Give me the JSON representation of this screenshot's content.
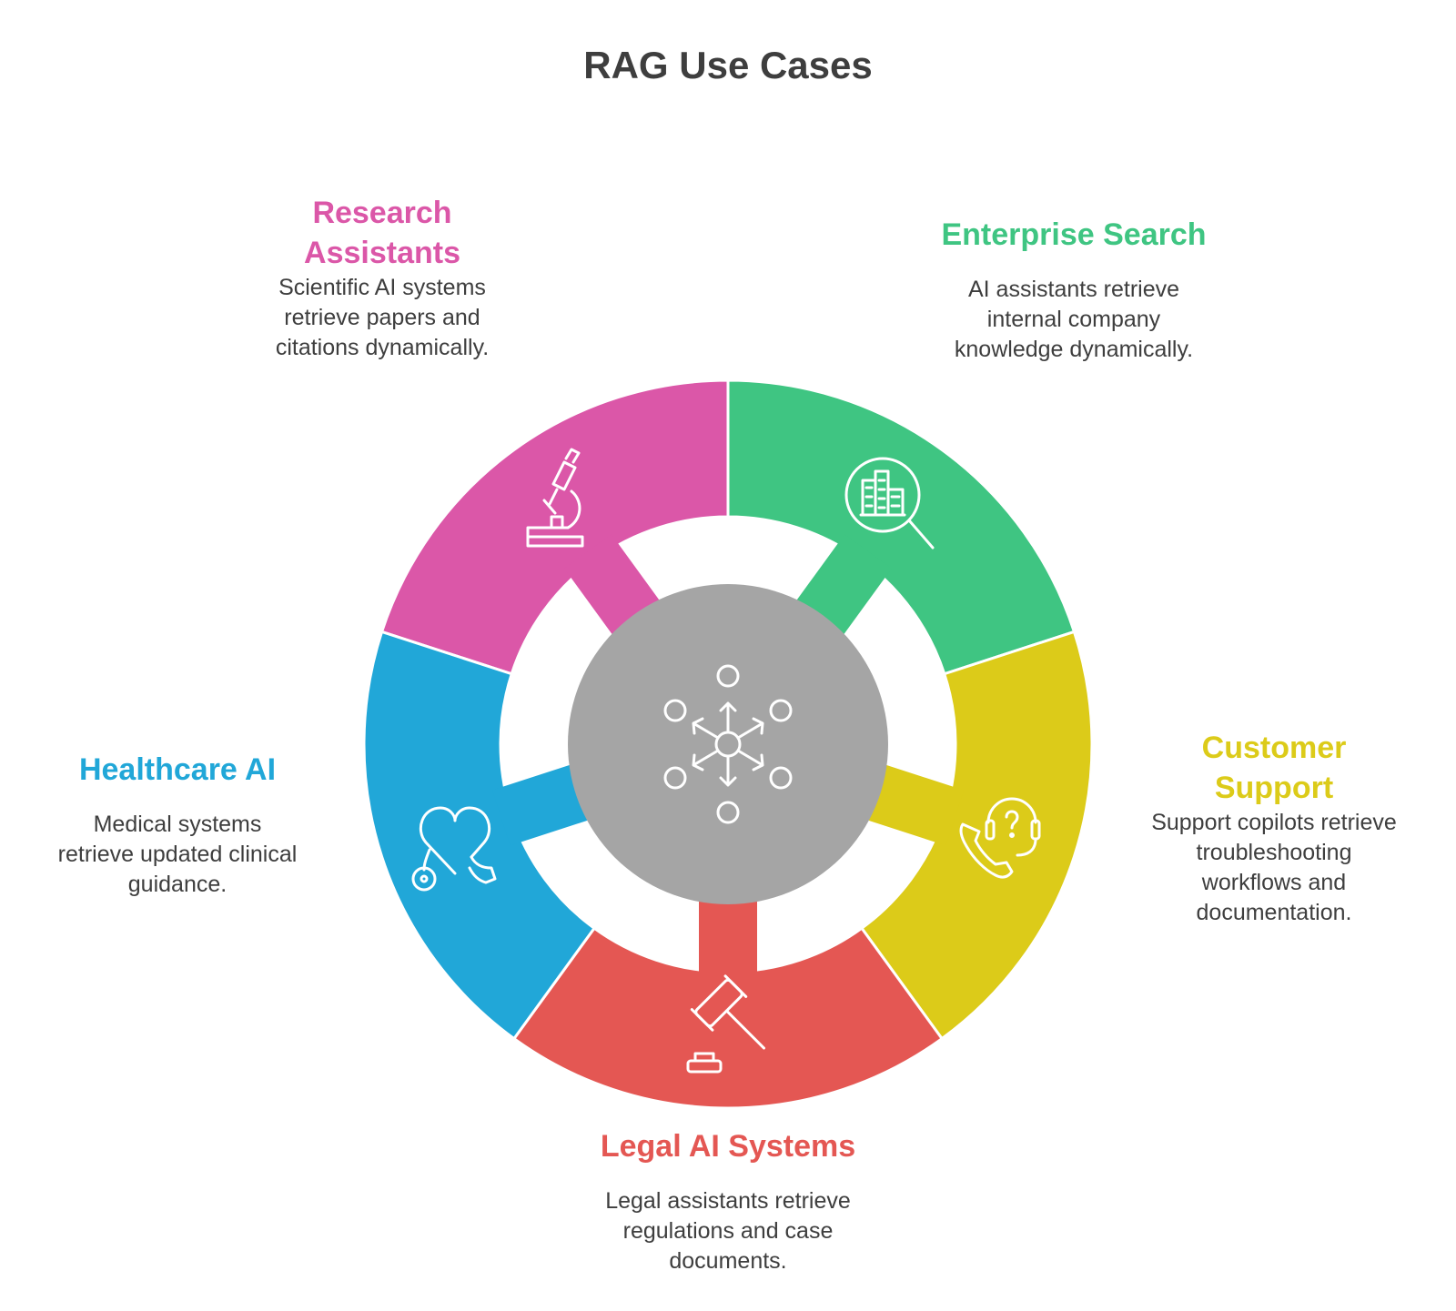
{
  "title": "RAG Use Cases",
  "colors": {
    "research": "#DB57A8",
    "enterprise": "#3FC582",
    "support": "#DCCB19",
    "legal": "#E45753",
    "healthcare": "#21A7D8",
    "hub": "#A5A5A5",
    "text": "#3E3E3E"
  },
  "segments": [
    {
      "id": "research",
      "title_lines": [
        "Research",
        "Assistants"
      ],
      "desc_lines": [
        "Scientific AI systems",
        "retrieve papers and",
        "citations dynamically."
      ],
      "icon": "microscope-icon"
    },
    {
      "id": "enterprise",
      "title_lines": [
        "Enterprise Search"
      ],
      "desc_lines": [
        "AI assistants retrieve",
        "internal company",
        "knowledge dynamically."
      ],
      "icon": "building-search-icon"
    },
    {
      "id": "support",
      "title_lines": [
        "Customer",
        "Support"
      ],
      "desc_lines": [
        "Support copilots retrieve",
        "troubleshooting",
        "workflows and",
        "documentation."
      ],
      "icon": "phone-headset-icon"
    },
    {
      "id": "legal",
      "title_lines": [
        "Legal AI Systems"
      ],
      "desc_lines": [
        "Legal assistants retrieve",
        "regulations and case",
        "documents."
      ],
      "icon": "gavel-icon"
    },
    {
      "id": "healthcare",
      "title_lines": [
        "Healthcare AI"
      ],
      "desc_lines": [
        "Medical systems",
        "retrieve updated clinical",
        "guidance."
      ],
      "icon": "heart-stethoscope-icon"
    }
  ],
  "hub_icon": "network-hub-icon"
}
